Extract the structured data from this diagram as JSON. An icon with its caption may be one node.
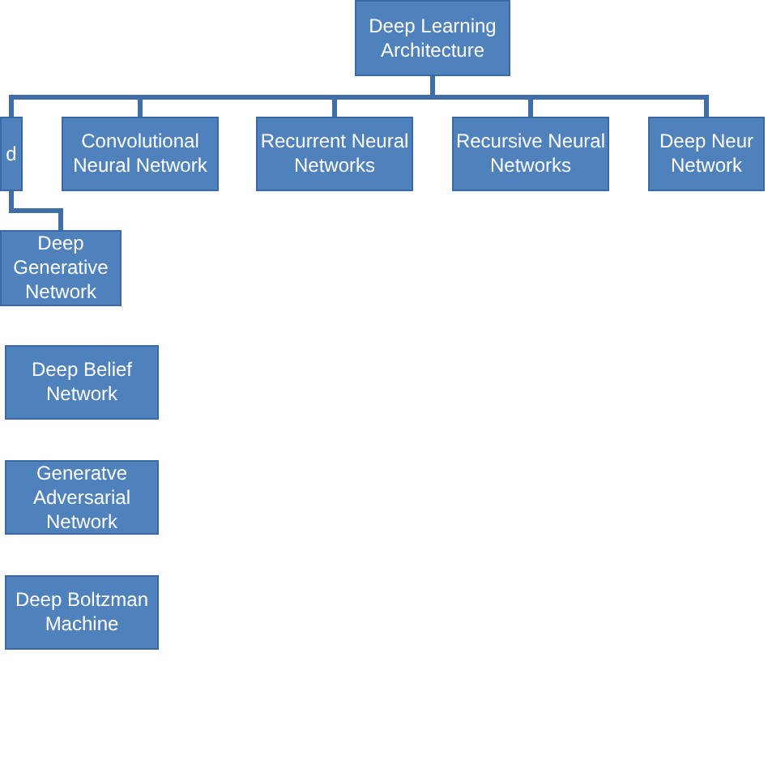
{
  "diagram": {
    "nodes": [
      {
        "text": [
          "Deep Learning Architecture"
        ]
      },
      {
        "text": [
          "d"
        ]
      },
      {
        "text": [
          "Convolutional Neural Network"
        ]
      },
      {
        "text": [
          "Recurrent Neural Networks"
        ]
      },
      {
        "text": [
          "Recursive Neural Networks"
        ]
      },
      {
        "text": [
          "Deep Neur Network"
        ]
      },
      {
        "text": [
          "Deep Generative Network"
        ]
      },
      {
        "text": [
          "Deep Belief Network"
        ]
      },
      {
        "text": [
          "Generatve Adversarial Network"
        ]
      },
      {
        "text": [
          "Deep Boltzman Machine"
        ]
      }
    ],
    "edges": [
      {
        "from": 0,
        "to": 1,
        "arrow": "none"
      },
      {
        "from": 0,
        "to": 2,
        "arrow": "none"
      },
      {
        "from": 0,
        "to": 3,
        "arrow": "none"
      },
      {
        "from": 0,
        "to": 4,
        "arrow": "none"
      },
      {
        "from": 0,
        "to": 5,
        "arrow": "none"
      },
      {
        "from": 1,
        "to": 6,
        "arrow": "none"
      }
    ]
  }
}
